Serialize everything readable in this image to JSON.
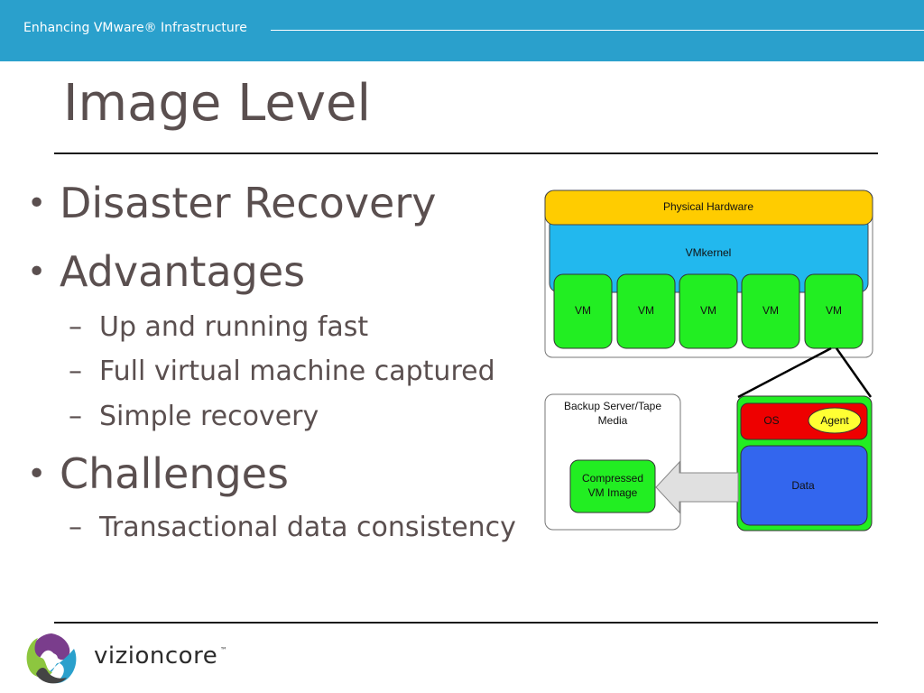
{
  "header": {
    "banner_text": "Enhancing VMware® Infrastructure",
    "title": "Image Level"
  },
  "bullets": [
    {
      "text": "Disaster Recovery",
      "children": []
    },
    {
      "text": "Advantages",
      "children": [
        "Up and running fast",
        "Full virtual machine captured",
        "Simple recovery"
      ]
    },
    {
      "text": "Challenges",
      "children": [
        "Transactional data consistency"
      ]
    }
  ],
  "diagram": {
    "physical_hardware": "Physical Hardware",
    "vmkernel": "VMkernel",
    "vm_label": "VM",
    "backup_title_line1": "Backup Server/Tape",
    "backup_title_line2": "Media",
    "compressed_line1": "Compressed",
    "compressed_line2": "VM Image",
    "os_label": "OS",
    "agent_label": "Agent",
    "data_label": "Data"
  },
  "footer": {
    "logo_text": "vizioncore",
    "logo_tm": "™"
  },
  "colors": {
    "banner": "#2aa0cc",
    "hardware": "#ffcc00",
    "vmkernel": "#22b8ee",
    "vm_green": "#22ee22",
    "os_red": "#ee0000",
    "agent_yellow": "#ffff33",
    "data_blue": "#3366ee",
    "text": "#5a4f4f"
  }
}
